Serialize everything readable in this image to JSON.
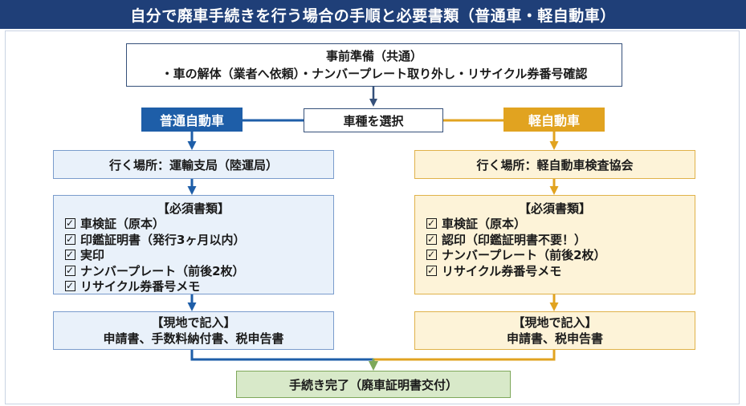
{
  "title": "自分で廃車手続きを行う場合の手順と必要書類（普通車・軽自動車）",
  "prep": {
    "heading": "事前準備（共通）",
    "items": "・車の解体（業者へ依頼）・ナンバープレート取り外し・リサイクル券番号確認"
  },
  "choose_label": "車種を選択",
  "futsuu": {
    "tag": "普通自動車",
    "place": "行く場所：運輸支局（陸運局）",
    "docs_heading": "【必須書類】",
    "docs": [
      "車検証（原本）",
      "印鑑証明書（発行3ヶ月以内）",
      "実印",
      "ナンバープレート（前後2枚）",
      "リサイクル券番号メモ"
    ],
    "fill_heading": "【現地で記入】",
    "fill_items": "申請書、手数料納付書、税申告書"
  },
  "kei": {
    "tag": "軽自動車",
    "place": "行く場所：軽自動車検査協会",
    "docs_heading": "【必須書類】",
    "docs": [
      "車検証（原本）",
      "認印（印鑑証明書不要！）",
      "ナンバープレート（前後2枚）",
      "リサイクル券番号メモ"
    ],
    "fill_heading": "【現地で記入】",
    "fill_items": "申請書、税申告書"
  },
  "done_label": "手続き完了（廃車証明書交付）",
  "colors": {
    "title_bg": "#1f3f78",
    "blue": "#1e5ea8",
    "yellow": "#e1a320",
    "green": "#7ea85a",
    "blue_box": "#e9f1fa",
    "yellow_box": "#fdf3d8",
    "done_box": "#d8e9c9"
  }
}
